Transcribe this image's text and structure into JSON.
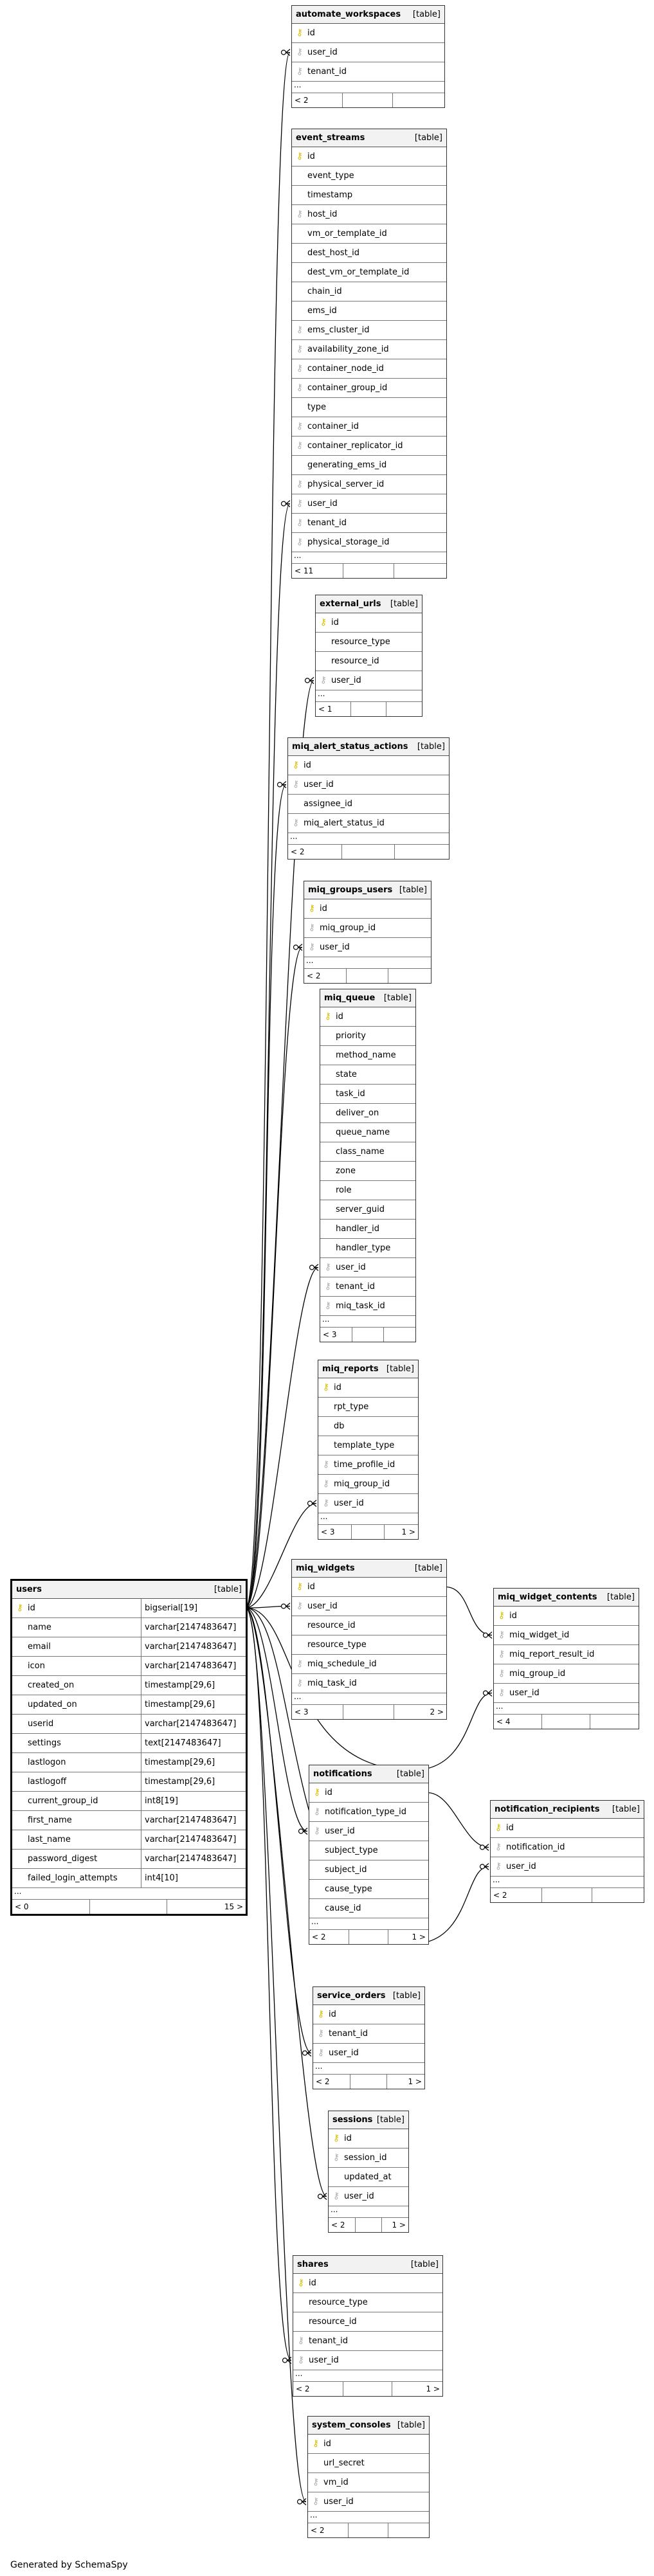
{
  "generated_by": "Generated by SchemaSpy",
  "type_label": "[table]",
  "tables": [
    {
      "name": "automate_workspaces",
      "footer_left": "< 2",
      "footer_right": "",
      "columns": [
        {
          "name": "id",
          "key": "pk"
        },
        {
          "name": "user_id",
          "key": "fk"
        },
        {
          "name": "tenant_id",
          "key": "fk"
        }
      ]
    },
    {
      "name": "event_streams",
      "footer_left": "< 11",
      "footer_right": "",
      "columns": [
        {
          "name": "id",
          "key": "pk"
        },
        {
          "name": "event_type",
          "key": ""
        },
        {
          "name": "timestamp",
          "key": ""
        },
        {
          "name": "host_id",
          "key": "fk"
        },
        {
          "name": "vm_or_template_id",
          "key": ""
        },
        {
          "name": "dest_host_id",
          "key": ""
        },
        {
          "name": "dest_vm_or_template_id",
          "key": ""
        },
        {
          "name": "chain_id",
          "key": ""
        },
        {
          "name": "ems_id",
          "key": ""
        },
        {
          "name": "ems_cluster_id",
          "key": "fk"
        },
        {
          "name": "availability_zone_id",
          "key": "fk"
        },
        {
          "name": "container_node_id",
          "key": "fk"
        },
        {
          "name": "container_group_id",
          "key": "fk"
        },
        {
          "name": "type",
          "key": ""
        },
        {
          "name": "container_id",
          "key": "fk"
        },
        {
          "name": "container_replicator_id",
          "key": "fk"
        },
        {
          "name": "generating_ems_id",
          "key": ""
        },
        {
          "name": "physical_server_id",
          "key": "fk"
        },
        {
          "name": "user_id",
          "key": "fk"
        },
        {
          "name": "tenant_id",
          "key": "fk"
        },
        {
          "name": "physical_storage_id",
          "key": "fk"
        }
      ]
    },
    {
      "name": "external_urls",
      "footer_left": "< 1",
      "footer_right": "",
      "columns": [
        {
          "name": "id",
          "key": "pk"
        },
        {
          "name": "resource_type",
          "key": ""
        },
        {
          "name": "resource_id",
          "key": ""
        },
        {
          "name": "user_id",
          "key": "fk"
        }
      ]
    },
    {
      "name": "miq_alert_status_actions",
      "footer_left": "< 2",
      "footer_right": "",
      "columns": [
        {
          "name": "id",
          "key": "pk"
        },
        {
          "name": "user_id",
          "key": "fk"
        },
        {
          "name": "assignee_id",
          "key": ""
        },
        {
          "name": "miq_alert_status_id",
          "key": "fk"
        }
      ]
    },
    {
      "name": "miq_groups_users",
      "footer_left": "< 2",
      "footer_right": "",
      "columns": [
        {
          "name": "id",
          "key": "pk"
        },
        {
          "name": "miq_group_id",
          "key": "fk"
        },
        {
          "name": "user_id",
          "key": "fk"
        }
      ]
    },
    {
      "name": "miq_queue",
      "footer_left": "< 3",
      "footer_right": "",
      "columns": [
        {
          "name": "id",
          "key": "pk"
        },
        {
          "name": "priority",
          "key": ""
        },
        {
          "name": "method_name",
          "key": ""
        },
        {
          "name": "state",
          "key": ""
        },
        {
          "name": "task_id",
          "key": ""
        },
        {
          "name": "deliver_on",
          "key": ""
        },
        {
          "name": "queue_name",
          "key": ""
        },
        {
          "name": "class_name",
          "key": ""
        },
        {
          "name": "zone",
          "key": ""
        },
        {
          "name": "role",
          "key": ""
        },
        {
          "name": "server_guid",
          "key": ""
        },
        {
          "name": "handler_id",
          "key": ""
        },
        {
          "name": "handler_type",
          "key": ""
        },
        {
          "name": "user_id",
          "key": "fk"
        },
        {
          "name": "tenant_id",
          "key": "fk"
        },
        {
          "name": "miq_task_id",
          "key": "fk"
        }
      ]
    },
    {
      "name": "miq_reports",
      "footer_left": "< 3",
      "footer_right": "1 >",
      "columns": [
        {
          "name": "id",
          "key": "pk"
        },
        {
          "name": "rpt_type",
          "key": ""
        },
        {
          "name": "db",
          "key": ""
        },
        {
          "name": "template_type",
          "key": ""
        },
        {
          "name": "time_profile_id",
          "key": "fk"
        },
        {
          "name": "miq_group_id",
          "key": "fk"
        },
        {
          "name": "user_id",
          "key": "fk"
        }
      ]
    },
    {
      "name": "miq_widgets",
      "footer_left": "< 3",
      "footer_right": "2 >",
      "columns": [
        {
          "name": "id",
          "key": "pk"
        },
        {
          "name": "user_id",
          "key": "fk"
        },
        {
          "name": "resource_id",
          "key": ""
        },
        {
          "name": "resource_type",
          "key": ""
        },
        {
          "name": "miq_schedule_id",
          "key": "fk"
        },
        {
          "name": "miq_task_id",
          "key": "fk"
        }
      ]
    },
    {
      "name": "miq_widget_contents",
      "footer_left": "< 4",
      "footer_right": "",
      "columns": [
        {
          "name": "id",
          "key": "pk"
        },
        {
          "name": "miq_widget_id",
          "key": "fk"
        },
        {
          "name": "miq_report_result_id",
          "key": "fk"
        },
        {
          "name": "miq_group_id",
          "key": "fk"
        },
        {
          "name": "user_id",
          "key": "fk"
        }
      ]
    },
    {
      "name": "users",
      "footer_left": "< 0",
      "footer_right": "15 >",
      "columns": [
        {
          "name": "id",
          "type": "bigserial[19]",
          "key": "pk"
        },
        {
          "name": "name",
          "type": "varchar[2147483647]",
          "key": ""
        },
        {
          "name": "email",
          "type": "varchar[2147483647]",
          "key": ""
        },
        {
          "name": "icon",
          "type": "varchar[2147483647]",
          "key": ""
        },
        {
          "name": "created_on",
          "type": "timestamp[29,6]",
          "key": ""
        },
        {
          "name": "updated_on",
          "type": "timestamp[29,6]",
          "key": ""
        },
        {
          "name": "userid",
          "type": "varchar[2147483647]",
          "key": ""
        },
        {
          "name": "settings",
          "type": "text[2147483647]",
          "key": ""
        },
        {
          "name": "lastlogon",
          "type": "timestamp[29,6]",
          "key": ""
        },
        {
          "name": "lastlogoff",
          "type": "timestamp[29,6]",
          "key": ""
        },
        {
          "name": "current_group_id",
          "type": "int8[19]",
          "key": ""
        },
        {
          "name": "first_name",
          "type": "varchar[2147483647]",
          "key": ""
        },
        {
          "name": "last_name",
          "type": "varchar[2147483647]",
          "key": ""
        },
        {
          "name": "password_digest",
          "type": "varchar[2147483647]",
          "key": ""
        },
        {
          "name": "failed_login_attempts",
          "type": "int4[10]",
          "key": ""
        }
      ]
    },
    {
      "name": "notifications",
      "footer_left": "< 2",
      "footer_right": "1 >",
      "columns": [
        {
          "name": "id",
          "key": "pk"
        },
        {
          "name": "notification_type_id",
          "key": "fk"
        },
        {
          "name": "user_id",
          "key": "fk"
        },
        {
          "name": "subject_type",
          "key": ""
        },
        {
          "name": "subject_id",
          "key": ""
        },
        {
          "name": "cause_type",
          "key": ""
        },
        {
          "name": "cause_id",
          "key": ""
        }
      ]
    },
    {
      "name": "notification_recipients",
      "footer_left": "< 2",
      "footer_right": "",
      "columns": [
        {
          "name": "id",
          "key": "pk"
        },
        {
          "name": "notification_id",
          "key": "fk"
        },
        {
          "name": "user_id",
          "key": "fk"
        }
      ]
    },
    {
      "name": "service_orders",
      "footer_left": "< 2",
      "footer_right": "1 >",
      "columns": [
        {
          "name": "id",
          "key": "pk"
        },
        {
          "name": "tenant_id",
          "key": "fk"
        },
        {
          "name": "user_id",
          "key": "fk"
        }
      ]
    },
    {
      "name": "sessions",
      "footer_left": "< 2",
      "footer_right": "1 >",
      "columns": [
        {
          "name": "id",
          "key": "pk"
        },
        {
          "name": "session_id",
          "key": "fk"
        },
        {
          "name": "updated_at",
          "key": ""
        },
        {
          "name": "user_id",
          "key": "fk"
        }
      ]
    },
    {
      "name": "shares",
      "footer_left": "< 2",
      "footer_right": "1 >",
      "columns": [
        {
          "name": "id",
          "key": "pk"
        },
        {
          "name": "resource_type",
          "key": ""
        },
        {
          "name": "resource_id",
          "key": ""
        },
        {
          "name": "tenant_id",
          "key": "fk"
        },
        {
          "name": "user_id",
          "key": "fk"
        }
      ]
    },
    {
      "name": "system_consoles",
      "footer_left": "< 2",
      "footer_right": "",
      "columns": [
        {
          "name": "id",
          "key": "pk"
        },
        {
          "name": "url_secret",
          "key": ""
        },
        {
          "name": "vm_id",
          "key": "fk"
        },
        {
          "name": "user_id",
          "key": "fk"
        }
      ]
    }
  ]
}
